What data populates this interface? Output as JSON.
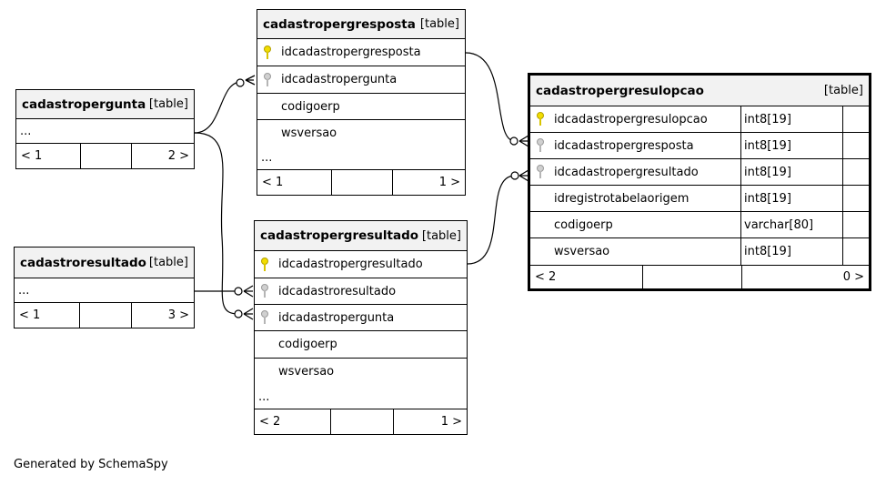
{
  "footer": "Generated by SchemaSpy",
  "tables": {
    "cadastropergresposta": {
      "name": "cadastropergresposta",
      "kind": "[table]",
      "rows": [
        {
          "key": "pk",
          "column": "idcadastropergresposta"
        },
        {
          "key": "fk",
          "column": "idcadastropergunta"
        },
        {
          "key": "",
          "column": "codigoerp"
        },
        {
          "key": "",
          "column": "wsversao"
        }
      ],
      "more": "...",
      "parents": "< 1",
      "children": "1 >"
    },
    "cadastropergunta": {
      "name": "cadastropergunta",
      "kind": "[table]",
      "more": "...",
      "parents": "< 1",
      "children": "2 >"
    },
    "cadastroresultado": {
      "name": "cadastroresultado",
      "kind": "[table]",
      "more": "...",
      "parents": "< 1",
      "children": "3 >"
    },
    "cadastropergresultado": {
      "name": "cadastropergresultado",
      "kind": "[table]",
      "rows": [
        {
          "key": "pk",
          "column": "idcadastropergresultado"
        },
        {
          "key": "fk",
          "column": "idcadastroresultado"
        },
        {
          "key": "fk",
          "column": "idcadastropergunta"
        },
        {
          "key": "",
          "column": "codigoerp"
        },
        {
          "key": "",
          "column": "wsversao"
        }
      ],
      "more": "...",
      "parents": "< 2",
      "children": "1 >"
    },
    "cadastropergresulopcao": {
      "name": "cadastropergresulopcao",
      "kind": "[table]",
      "rows": [
        {
          "key": "pk",
          "column": "idcadastropergresulopcao",
          "type": "int8[19]"
        },
        {
          "key": "fk",
          "column": "idcadastropergresposta",
          "type": "int8[19]"
        },
        {
          "key": "fk",
          "column": "idcadastropergresultado",
          "type": "int8[19]"
        },
        {
          "key": "",
          "column": "idregistrotabelaorigem",
          "type": "int8[19]"
        },
        {
          "key": "",
          "column": "codigoerp",
          "type": "varchar[80]"
        },
        {
          "key": "",
          "column": "wsversao",
          "type": "int8[19]"
        }
      ],
      "parents": "< 2",
      "children": "0 >"
    }
  }
}
